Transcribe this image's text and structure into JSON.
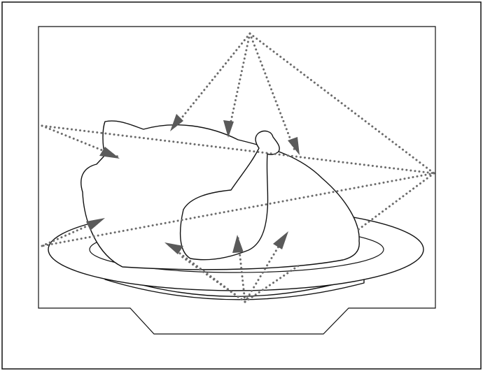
{
  "figure": {
    "description_label": "",
    "colors": {
      "line": "#111111",
      "ray": "#6b6b6b",
      "arrow": "#5a5a5a",
      "background": "#ffffff"
    },
    "sources": [
      "top-emitter",
      "left-emitter",
      "right-emitter",
      "bottom-emitter"
    ]
  }
}
